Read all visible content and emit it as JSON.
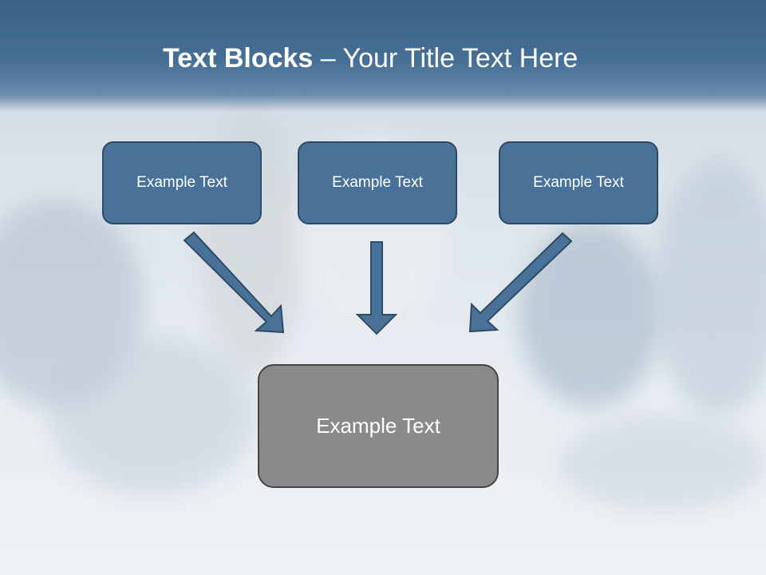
{
  "slide": {
    "title_bold": "Text Blocks",
    "title_dash": " – ",
    "title_rest": "Your Title Text Here"
  },
  "blocks": [
    {
      "label": "Example Text"
    },
    {
      "label": "Example Text"
    },
    {
      "label": "Example Text"
    }
  ],
  "center_block": {
    "label": "Example Text"
  },
  "colors": {
    "header": "#3a6288",
    "block_fill": "#4a7298",
    "block_border": "#2f4a64",
    "center_fill": "#8a8a8a",
    "arrow": "#4a7298"
  }
}
